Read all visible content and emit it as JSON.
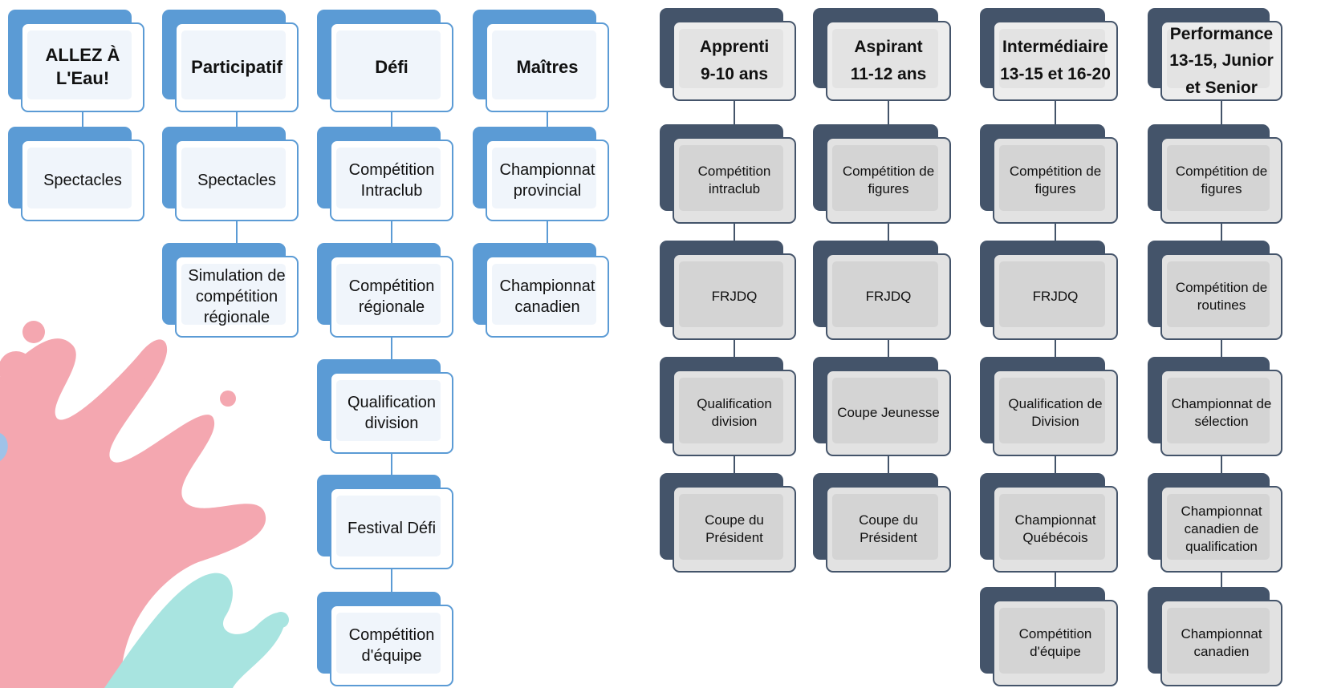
{
  "colors": {
    "blue_accent": "#5b9bd5",
    "dark_accent": "#44546a",
    "splash_pink": "#f4a7b0",
    "splash_teal": "#a8e4e0",
    "splash_blue": "#9fc2e8"
  },
  "left_chart": {
    "columns": [
      {
        "title": "ALLEZ À L'Eau!",
        "items": [
          "Spectacles"
        ]
      },
      {
        "title": "Participatif",
        "items": [
          "Spectacles",
          "Simulation de compétition régionale"
        ]
      },
      {
        "title": "Défi",
        "items": [
          "Compétition Intraclub",
          "Compétition régionale",
          "Qualification division",
          "Festival Défi",
          "Compétition d'équipe"
        ]
      },
      {
        "title": "Maîtres",
        "items": [
          "Championnat provincial",
          "Championnat canadien"
        ]
      }
    ]
  },
  "right_chart": {
    "columns": [
      {
        "title": "Apprenti\n9-10 ans",
        "items": [
          "Compétition intraclub",
          "FRJDQ",
          "Qualification division",
          "Coupe du Président"
        ]
      },
      {
        "title": "Aspirant\n11-12 ans",
        "items": [
          "Compétition de figures",
          "FRJDQ",
          "Coupe Jeunesse",
          "Coupe du Président"
        ]
      },
      {
        "title": "Intermédiaire\n13-15 et 16-20",
        "items": [
          "Compétition de figures",
          "FRJDQ",
          "Qualification de Division",
          "Championnat Québécois",
          "Compétition d'équipe"
        ]
      },
      {
        "title": "Performance\n13-15, Junior et Senior",
        "items": [
          "Compétition de figures",
          "Compétition de routines",
          "Championnat de sélection",
          "Championnat canadien de qualification",
          "Championnat canadien"
        ]
      }
    ]
  }
}
